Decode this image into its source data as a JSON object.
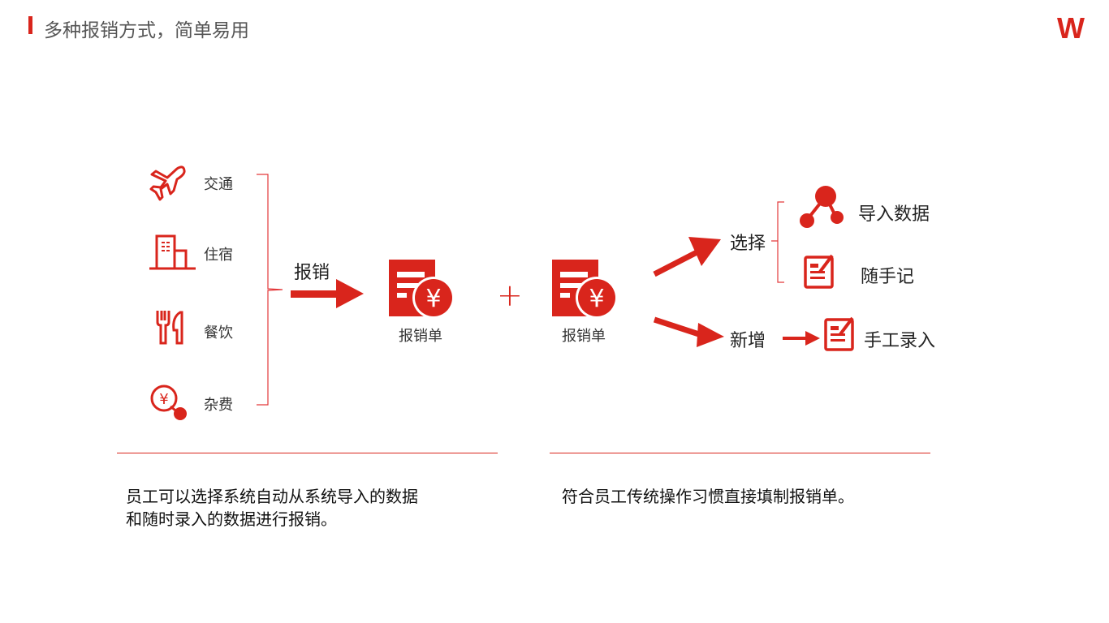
{
  "header": {
    "title": "多种报销方式，简单易用",
    "logo": "W"
  },
  "left": {
    "categories": [
      {
        "label": "交通",
        "icon": "airplane-icon"
      },
      {
        "label": "住宿",
        "icon": "building-icon"
      },
      {
        "label": "餐饮",
        "icon": "fork-knife-icon"
      },
      {
        "label": "杂费",
        "icon": "yen-coin-icon"
      }
    ],
    "arrow_label": "报销",
    "result_label": "报销单",
    "description": [
      "员工可以选择系统自动从系统导入的数据",
      "和随时录入的数据进行报销。"
    ]
  },
  "plus": "+",
  "right": {
    "source_label": "报销单",
    "choose_label": "选择",
    "choose_options": [
      "导入数据",
      "随手记"
    ],
    "new_label": "新增",
    "new_option": "手工录入",
    "description": "符合员工传统操作习惯直接填制报销单。"
  },
  "colors": {
    "accent": "#d9251c"
  }
}
